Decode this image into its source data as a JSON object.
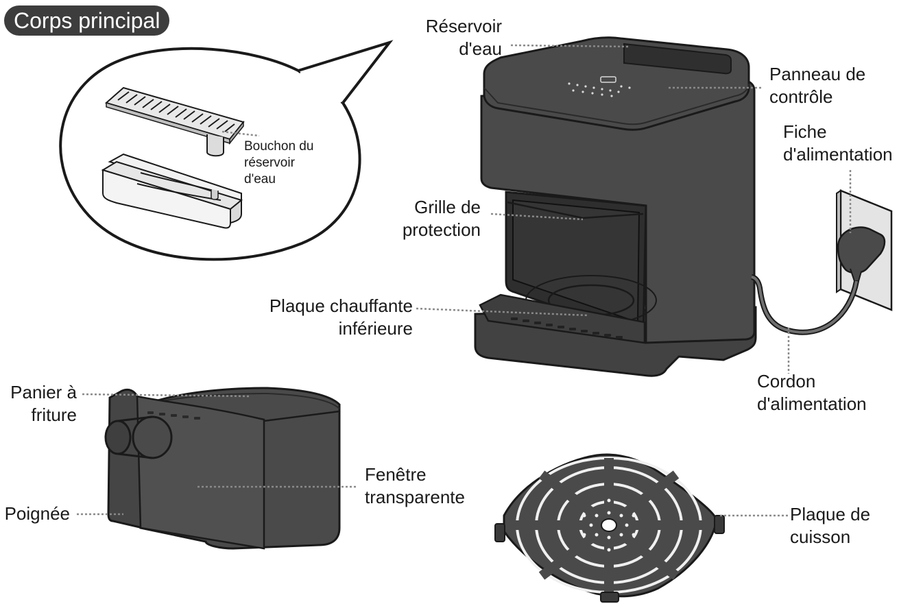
{
  "title": "Corps principal",
  "labels": {
    "reservoir": [
      "Réservoir",
      "d'eau"
    ],
    "panneau": [
      "Panneau de",
      "contrôle"
    ],
    "fiche": [
      "Fiche",
      "d'alimentation"
    ],
    "bouchon": [
      "Bouchon du",
      "réservoir",
      "d'eau"
    ],
    "grille": [
      "Grille de",
      "protection"
    ],
    "plaque_chauffante": [
      "Plaque chauffante",
      "inférieure"
    ],
    "cordon": [
      "Cordon",
      "d'alimentation"
    ],
    "panier": [
      "Panier à",
      "friture"
    ],
    "poignee": [
      "Poignée"
    ],
    "fenetre": [
      "Fenêtre",
      "transparente"
    ],
    "plaque_cuisson": [
      "Plaque de",
      "cuisson"
    ]
  },
  "colors": {
    "body": "#4a4a4a",
    "body_dark": "#3a3a3a",
    "outline": "#1a1a1a",
    "leader": "#8a8a8a",
    "badge": "#3d3d3d"
  }
}
